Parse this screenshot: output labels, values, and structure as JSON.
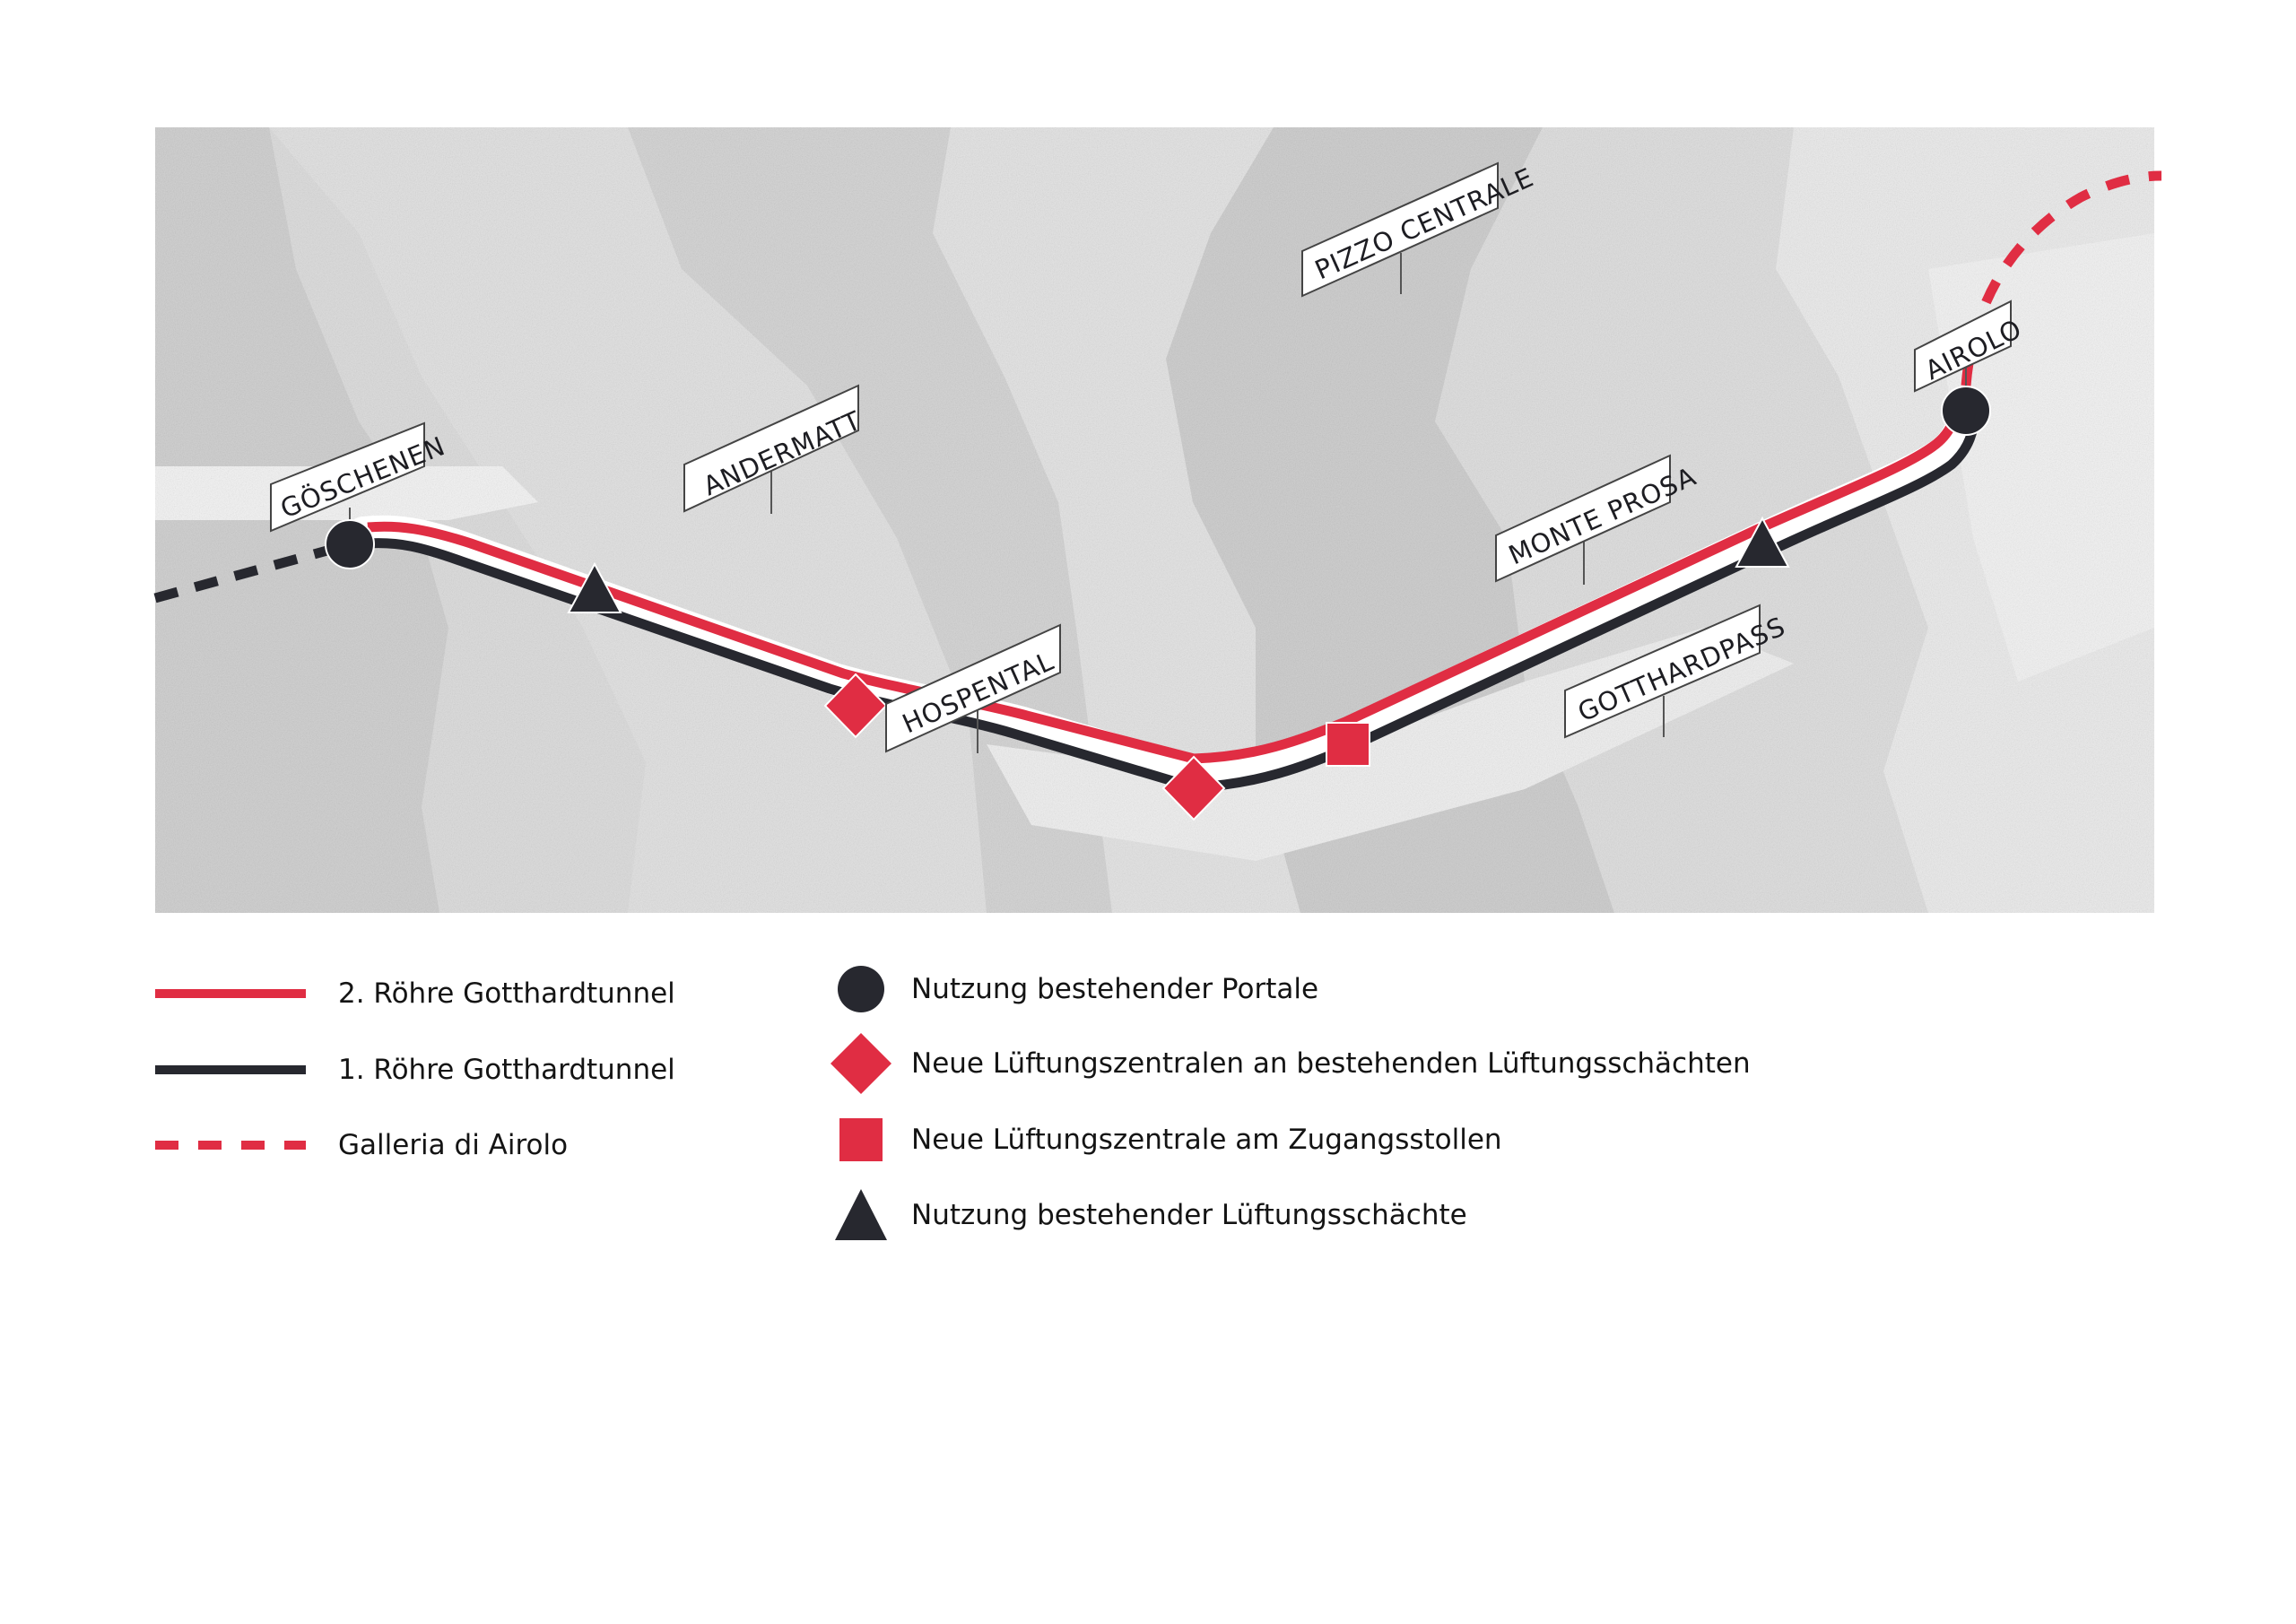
{
  "colors": {
    "tube2_red": "#e02d43",
    "tube1_dark": "#27282f",
    "galleria_red": "#e02d43",
    "map_bg_light": "#f1f1f1",
    "map_bg_mid": "#dcdcdc",
    "map_bg_dark": "#c9c9c9",
    "sign_fill": "#ffffff",
    "sign_stroke": "#444444"
  },
  "map": {
    "places": [
      {
        "id": "goeschenen",
        "label": "GÖSCHENEN"
      },
      {
        "id": "andermatt",
        "label": "ANDERMATT"
      },
      {
        "id": "hospental",
        "label": "HOSPENTAL"
      },
      {
        "id": "pizzo-centrale",
        "label": "PIZZO CENTRALE"
      },
      {
        "id": "monte-prosa",
        "label": "MONTE PROSA"
      },
      {
        "id": "gotthardpass",
        "label": "GOTTHARDPASS"
      },
      {
        "id": "airolo",
        "label": "AIROLO"
      }
    ],
    "markers": [
      {
        "type": "portal-circle",
        "at": "Göschenen"
      },
      {
        "type": "shaft-triangle",
        "at": "between Göschenen and Andermatt"
      },
      {
        "type": "ventilation-diamond",
        "at": "near Hospental (west)"
      },
      {
        "type": "ventilation-diamond",
        "at": "south of Hospental"
      },
      {
        "type": "access-square",
        "at": "before Gotthardpass"
      },
      {
        "type": "shaft-triangle",
        "at": "between Monte Prosa and Airolo"
      },
      {
        "type": "portal-circle",
        "at": "Airolo"
      }
    ]
  },
  "legend": {
    "lines": [
      {
        "label": "2. Röhre Gotthardtunnel",
        "style": "solid",
        "color": "#e02d43"
      },
      {
        "label": "1. Röhre Gotthardtunnel",
        "style": "solid",
        "color": "#27282f"
      },
      {
        "label": "Galleria di Airolo",
        "style": "dashed",
        "color": "#e02d43"
      }
    ],
    "symbols": [
      {
        "label": "Nutzung bestehender Portale",
        "shape": "circle",
        "color": "#27282f"
      },
      {
        "label": "Neue Lüftungszentralen an bestehenden Lüftungsschächten",
        "shape": "diamond",
        "color": "#e02d43"
      },
      {
        "label": "Neue Lüftungszentrale am Zugangsstollen",
        "shape": "square",
        "color": "#e02d43"
      },
      {
        "label": "Nutzung bestehender Lüftungsschächte",
        "shape": "triangle",
        "color": "#27282f"
      }
    ]
  }
}
